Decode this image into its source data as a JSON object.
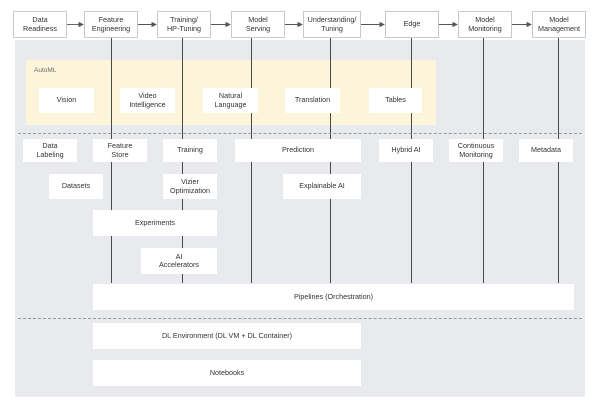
{
  "stages": [
    "Data\nReadiness",
    "Feature\nEngineering",
    "Training/\nHP-Tuning",
    "Model\nServing",
    "Understanding/\nTuning",
    "Edge",
    "Model\nMonitoring",
    "Model\nManagement"
  ],
  "automl": {
    "title": "AutoML",
    "items": [
      "Vision",
      "Video\nIntelligence",
      "Natural\nLanguage",
      "Translation",
      "Tables"
    ]
  },
  "services": {
    "data_labeling": "Data\nLabeling",
    "feature_store": "Feature\nStore",
    "training": "Training",
    "prediction": "Prediction",
    "hybrid_ai": "Hybrid AI",
    "continuous_monitoring": "Continuous\nMonitoring",
    "metadata": "Metadata",
    "datasets": "Datasets",
    "vizier": "Vizier\nOptimization",
    "explainable_ai": "Explainable AI",
    "experiments": "Experiments",
    "ai_accelerators": "AI\nAccelerators",
    "pipelines": "Pipelines (Orchestration)"
  },
  "environment": {
    "dl_environment": "DL Environment (DL VM + DL Container)",
    "notebooks": "Notebooks"
  },
  "colors": {
    "panel": "#e8eaed",
    "automl_bg": "#fdf5da",
    "box": "#ffffff",
    "line": "#4a4a4a"
  }
}
